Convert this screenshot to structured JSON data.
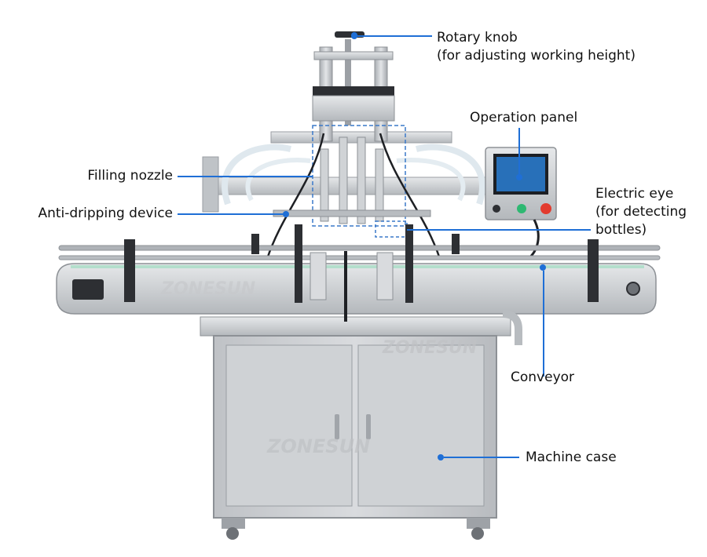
{
  "watermark": "ZONESUN",
  "labels": {
    "rotary_knob_title": "Rotary knob",
    "rotary_knob_note": "(for adjusting working height)",
    "operation_panel": "Operation panel",
    "filling_nozzle": "Filling nozzle",
    "anti_dripping": "Anti-dripping device",
    "electric_eye_line1": "Electric eye",
    "electric_eye_line2": "(for detecting",
    "electric_eye_line3": "bottles)",
    "conveyor": "Conveyor",
    "machine_case": "Machine case"
  },
  "colors": {
    "leader": "#1f6fd6",
    "steel": "#c9ccd0",
    "panel_screen": "#2a7fd4",
    "button_green": "#2eb872",
    "button_red": "#e23b2e"
  }
}
